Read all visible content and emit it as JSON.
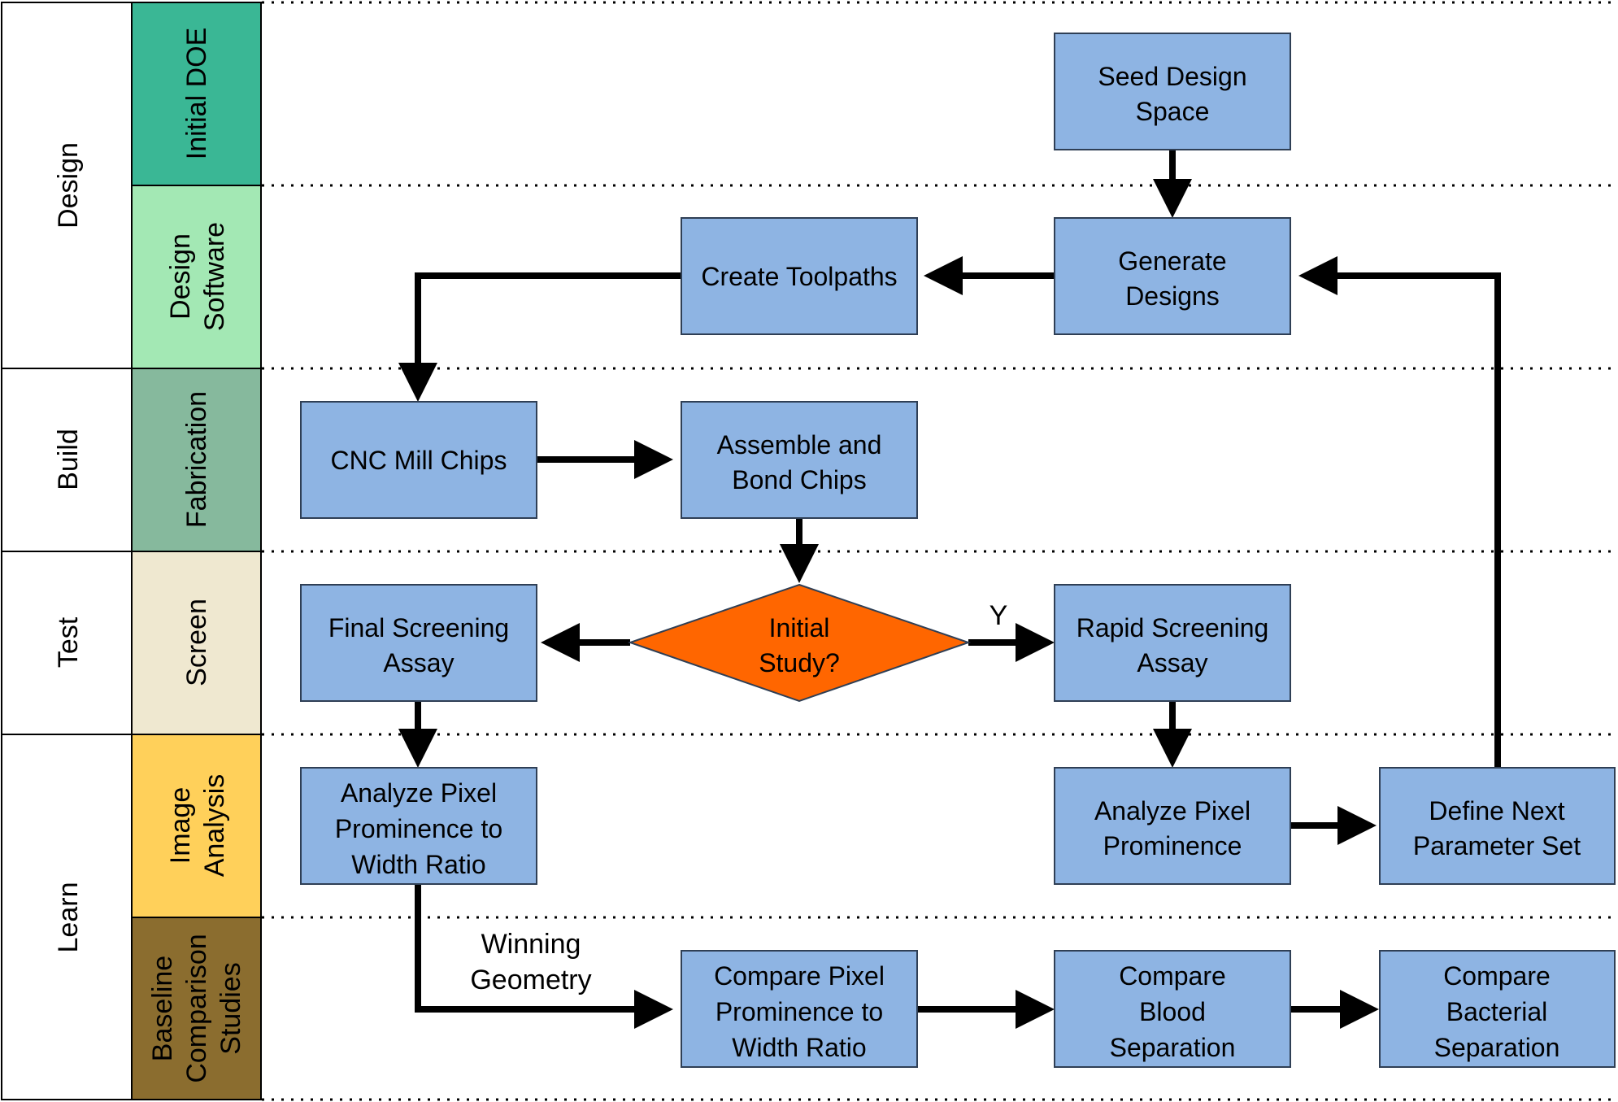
{
  "phases": [
    {
      "id": "design",
      "label": "Design"
    },
    {
      "id": "build",
      "label": "Build"
    },
    {
      "id": "test",
      "label": "Test"
    },
    {
      "id": "learn",
      "label": "Learn"
    }
  ],
  "stages": [
    {
      "id": "initial-doe",
      "lines": [
        "Initial DOE"
      ],
      "color": "#3ab795"
    },
    {
      "id": "design-software",
      "lines": [
        "Design",
        "Software"
      ],
      "color": "#a3e8b4"
    },
    {
      "id": "fabrication",
      "lines": [
        "Fabrication"
      ],
      "color": "#86b99d"
    },
    {
      "id": "screen",
      "lines": [
        "Screen"
      ],
      "color": "#efe8d0"
    },
    {
      "id": "image-analysis",
      "lines": [
        "Image",
        "Analysis"
      ],
      "color": "#ffd05a"
    },
    {
      "id": "baseline-comparison",
      "lines": [
        "Baseline",
        "Comparison",
        "Studies"
      ],
      "color": "#8b6d2f"
    }
  ],
  "nodes": [
    {
      "id": "seed-design-space",
      "lines": [
        "Seed Design",
        "Space"
      ]
    },
    {
      "id": "generate-designs",
      "lines": [
        "Generate",
        "Designs"
      ]
    },
    {
      "id": "create-toolpaths",
      "lines": [
        "Create Toolpaths"
      ]
    },
    {
      "id": "cnc-mill-chips",
      "lines": [
        "CNC Mill Chips"
      ]
    },
    {
      "id": "assemble-bond-chips",
      "lines": [
        "Assemble and",
        "Bond Chips"
      ]
    },
    {
      "id": "initial-study",
      "lines": [
        "Initial",
        "Study?"
      ],
      "shape": "diamond"
    },
    {
      "id": "final-screening-assay",
      "lines": [
        "Final Screening",
        "Assay"
      ]
    },
    {
      "id": "rapid-screening-assay",
      "lines": [
        "Rapid Screening",
        "Assay"
      ]
    },
    {
      "id": "analyze-pixel-ratio",
      "lines": [
        "Analyze Pixel",
        "Prominence to",
        "Width Ratio"
      ]
    },
    {
      "id": "analyze-pixel-prominence",
      "lines": [
        "Analyze Pixel",
        "Prominence"
      ]
    },
    {
      "id": "define-next-parameter-set",
      "lines": [
        "Define Next",
        "Parameter Set"
      ]
    },
    {
      "id": "compare-pixel-ratio",
      "lines": [
        "Compare Pixel",
        "Prominence to",
        "Width Ratio"
      ]
    },
    {
      "id": "compare-blood-separation",
      "lines": [
        "Compare",
        "Blood",
        "Separation"
      ]
    },
    {
      "id": "compare-bacterial-separation",
      "lines": [
        "Compare",
        "Bacterial",
        "Separation"
      ]
    }
  ],
  "edge_labels": {
    "yes": "Y",
    "winning": [
      "Winning",
      "Geometry"
    ]
  },
  "colors": {
    "box_fill": "#8eb4e3",
    "box_stroke": "#2f3f55",
    "decision_fill": "#ff6600",
    "line": "#000000"
  }
}
